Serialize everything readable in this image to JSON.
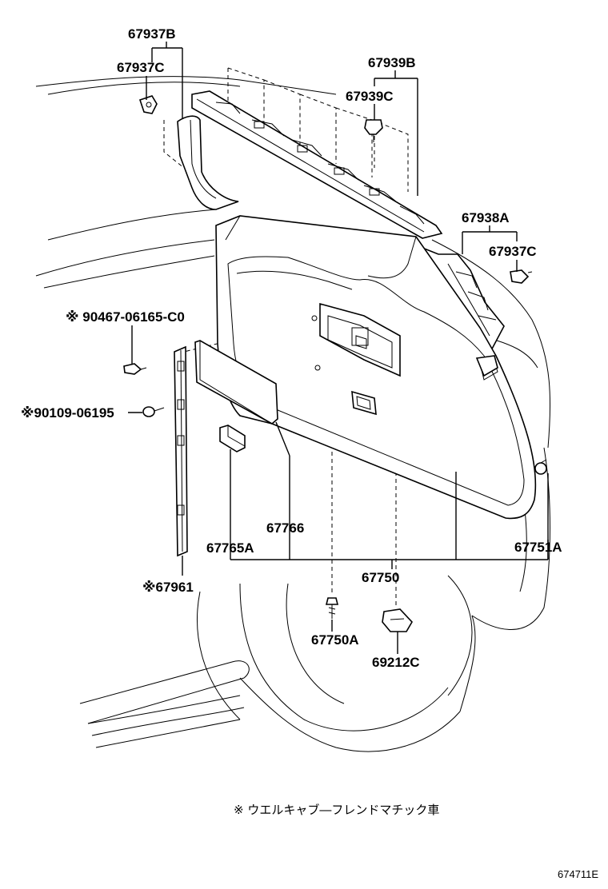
{
  "labels": {
    "p67937B": "67937B",
    "p67937C_left": "67937C",
    "p67939B": "67939B",
    "p67939C": "67939C",
    "p67938A": "67938A",
    "p67937C_right": "67937C",
    "p90467": "※ 90467-06165-C0",
    "p90109": "※90109-06195",
    "p67766": "67766",
    "p67765A": "67765A",
    "p67751A": "67751A",
    "p67750": "67750",
    "p67961": "※67961",
    "p67750A": "67750A",
    "p69212C": "69212C"
  },
  "footnote": "※ ウエルキャブ―フレンドマチック車",
  "figure_code": "674711E"
}
